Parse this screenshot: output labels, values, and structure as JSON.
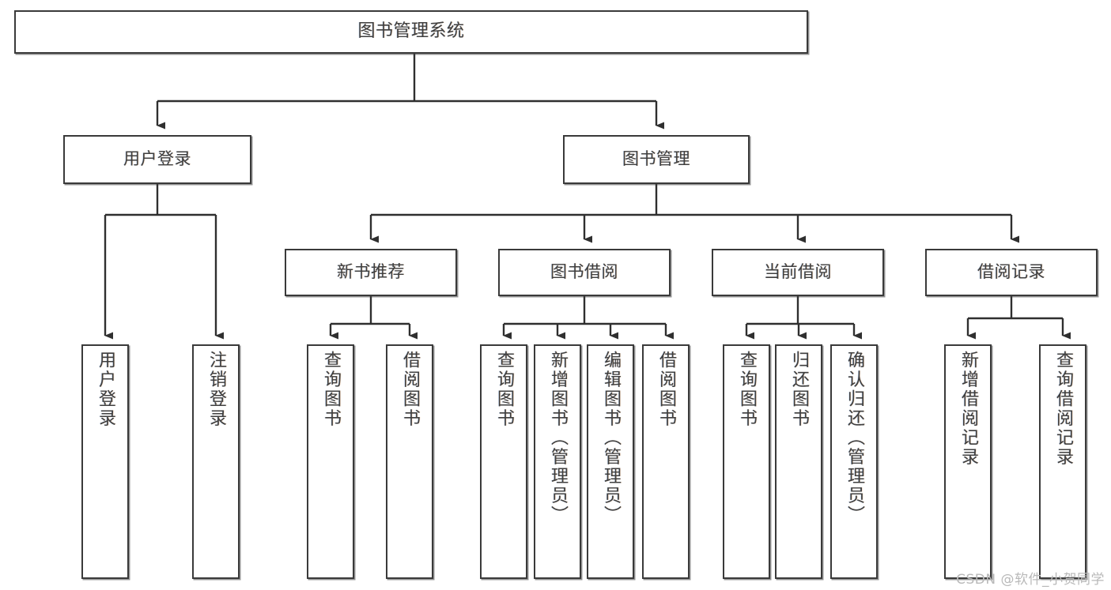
{
  "diagram": {
    "title": "图书管理系统",
    "type": "tree",
    "watermark": "CSDN @软件_小贺同学",
    "colors": {
      "node_border": "#3a3a3a",
      "node_fill": "#ffffff",
      "edge": "#2f2f2f",
      "text": "#3f3f3f",
      "watermark": "#b9b9b9",
      "background": "#ffffff"
    },
    "levels": {
      "root": {
        "label": "图书管理系统"
      },
      "level2": [
        {
          "label": "用户登录"
        },
        {
          "label": "图书管理"
        }
      ],
      "level3": [
        {
          "label": "新书推荐"
        },
        {
          "label": "图书借阅"
        },
        {
          "label": "当前借阅"
        },
        {
          "label": "借阅记录"
        }
      ],
      "level4": [
        {
          "label": "用户登录",
          "parent": "用户登录"
        },
        {
          "label": "注销登录",
          "parent": "用户登录"
        },
        {
          "label": "查询图书",
          "parent": "新书推荐"
        },
        {
          "label": "借阅图书",
          "parent": "新书推荐"
        },
        {
          "label": "查询图书",
          "parent": "图书借阅"
        },
        {
          "label": "新增图书（管理员）",
          "parent": "图书借阅"
        },
        {
          "label": "编辑图书（管理员）",
          "parent": "图书借阅"
        },
        {
          "label": "借阅图书",
          "parent": "图书借阅"
        },
        {
          "label": "查询图书",
          "parent": "当前借阅"
        },
        {
          "label": "归还图书",
          "parent": "当前借阅"
        },
        {
          "label": "确认归还（管理员）",
          "parent": "当前借阅"
        },
        {
          "label": "新增借阅记录",
          "parent": "借阅记录"
        },
        {
          "label": "查询借阅记录",
          "parent": "借阅记录"
        }
      ]
    }
  }
}
